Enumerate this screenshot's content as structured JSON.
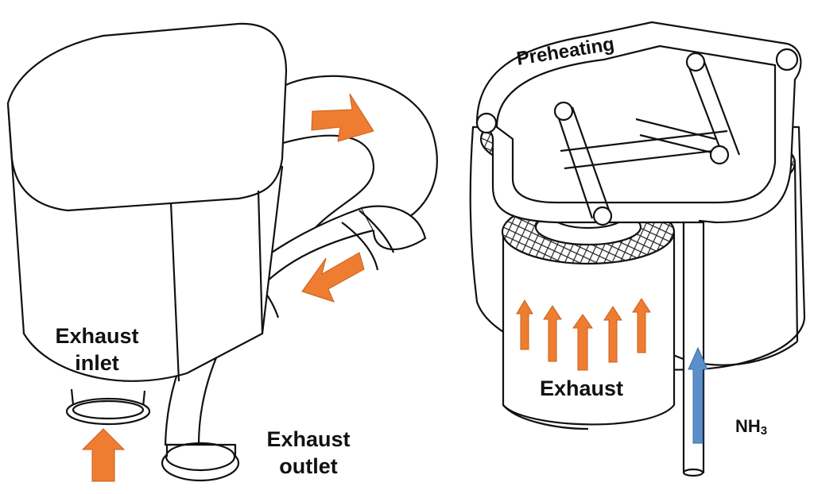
{
  "colors": {
    "outline": "#111111",
    "fill": "#ffffff",
    "flow_arrow": "#ee7d31",
    "ammonia_arrow": "#5b8fc9",
    "grid_dark": "#2a2a2a"
  },
  "left_device": {
    "inlet_label_line1": "Exhaust",
    "inlet_label_line2": "inlet",
    "outlet_label_line1": "Exhaust",
    "outlet_label_line2": "outlet"
  },
  "right_device": {
    "preheating_label": "Preheating",
    "exhaust_label": "Exhaust",
    "nh3_label_main": "NH",
    "nh3_label_subscript": "3"
  }
}
